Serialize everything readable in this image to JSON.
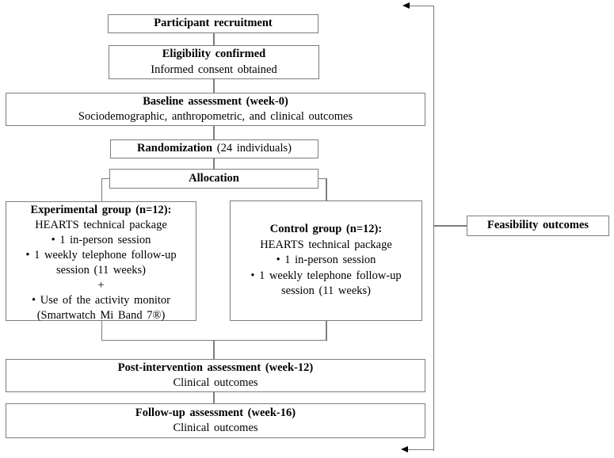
{
  "diagram": {
    "title": "Study flow diagram",
    "colors": {
      "background": "#ffffff",
      "box_border": "#7d7d7d",
      "connector_line": "#7d7d7d",
      "arrowhead": "#000000",
      "text": "#000000"
    },
    "boxes": {
      "participant": {
        "title": "Participant recruitment"
      },
      "eligibility": {
        "title": "Eligibility confirmed",
        "body": "Informed consent obtained"
      },
      "baseline": {
        "title": "Baseline assessment (week-0)",
        "body": "Sociodemographic, anthropometric, and clinical outcomes"
      },
      "randomization": {
        "title": "Randomization",
        "detail": " (24 individuals)"
      },
      "allocation": {
        "title": "Allocation"
      },
      "experimental": {
        "title": "Experimental group (n=12):",
        "lines": [
          "HEARTS technical package",
          "• 1 in-person session",
          "• 1 weekly telephone follow-up",
          "session (11 weeks)",
          "+",
          "• Use of the activity monitor",
          "(Smartwatch Mi Band 7®)"
        ]
      },
      "control": {
        "title": "Control group (n=12):",
        "lines": [
          "HEARTS technical package",
          "• 1 in-person session",
          "• 1 weekly telephone follow-up",
          "session (11 weeks)"
        ]
      },
      "feasibility": {
        "title": "Feasibility outcomes"
      },
      "post_intervention": {
        "title": "Post-intervention assessment (week-12)",
        "body": "Clinical outcomes"
      },
      "follow_up": {
        "title": "Follow-up assessment (week-16)",
        "body": "Clinical outcomes"
      }
    }
  }
}
